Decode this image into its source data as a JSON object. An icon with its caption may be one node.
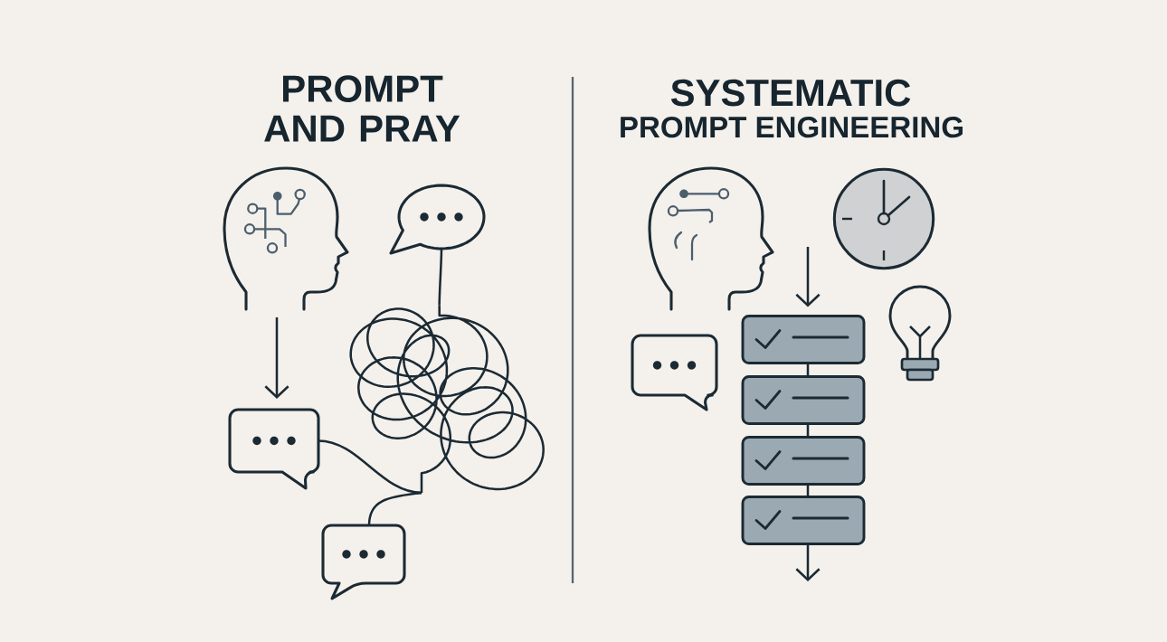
{
  "diagram": {
    "nodes": [
      {
        "text": [],
        "shape": "person"
      },
      {
        "text": [],
        "shape": "bubble"
      },
      {
        "text": [],
        "shape": "scribble"
      },
      {
        "text": [],
        "shape": "bubble"
      },
      {
        "text": [],
        "shape": "bubble"
      },
      {
        "text": [],
        "shape": "person"
      },
      {
        "text": [],
        "shape": "bubble"
      },
      {
        "text": [],
        "shape": "box"
      },
      {
        "text": [],
        "shape": "box"
      },
      {
        "text": [],
        "shape": "box"
      },
      {
        "text": [],
        "shape": "box"
      }
    ],
    "edges": [
      {
        "from": 0,
        "to": 3,
        "arrow": "to"
      },
      {
        "from": 1,
        "to": 2,
        "arrow": "none"
      },
      {
        "from": 2,
        "to": 3,
        "arrow": "none"
      },
      {
        "from": 2,
        "to": 4,
        "arrow": "none"
      },
      {
        "from": null,
        "to": 7,
        "arrow": "to"
      },
      {
        "from": 7,
        "to": 8,
        "arrow": "none"
      },
      {
        "from": 8,
        "to": 9,
        "arrow": "none"
      },
      {
        "from": 9,
        "to": 10,
        "arrow": "none"
      },
      {
        "from": 10,
        "to": null,
        "arrow": "to"
      }
    ],
    "labels": [
      "PROMPT AND PRAY",
      "SYSTEMATIC",
      "PROMPT ENGINEERING"
    ]
  }
}
